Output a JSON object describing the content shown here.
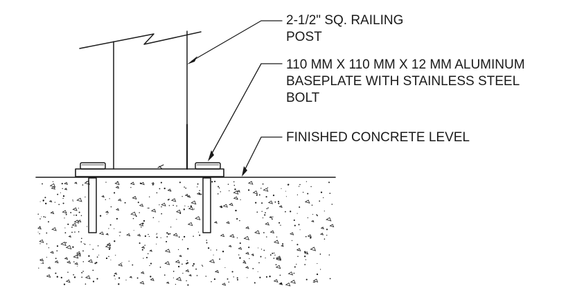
{
  "callouts": {
    "railing_post": {
      "lines": [
        "2-1/2\" SQ. RAILING",
        "POST"
      ]
    },
    "baseplate": {
      "lines": [
        "110 MM X 110 MM X 12 MM ALUMINUM",
        "BASEPLATE WITH STAINLESS STEEL",
        "BOLT"
      ]
    },
    "concrete_level": {
      "lines": [
        "FINISHED CONCRETE LEVEL"
      ]
    }
  },
  "colors": {
    "line": "#1a1a1a",
    "background": "#ffffff"
  }
}
